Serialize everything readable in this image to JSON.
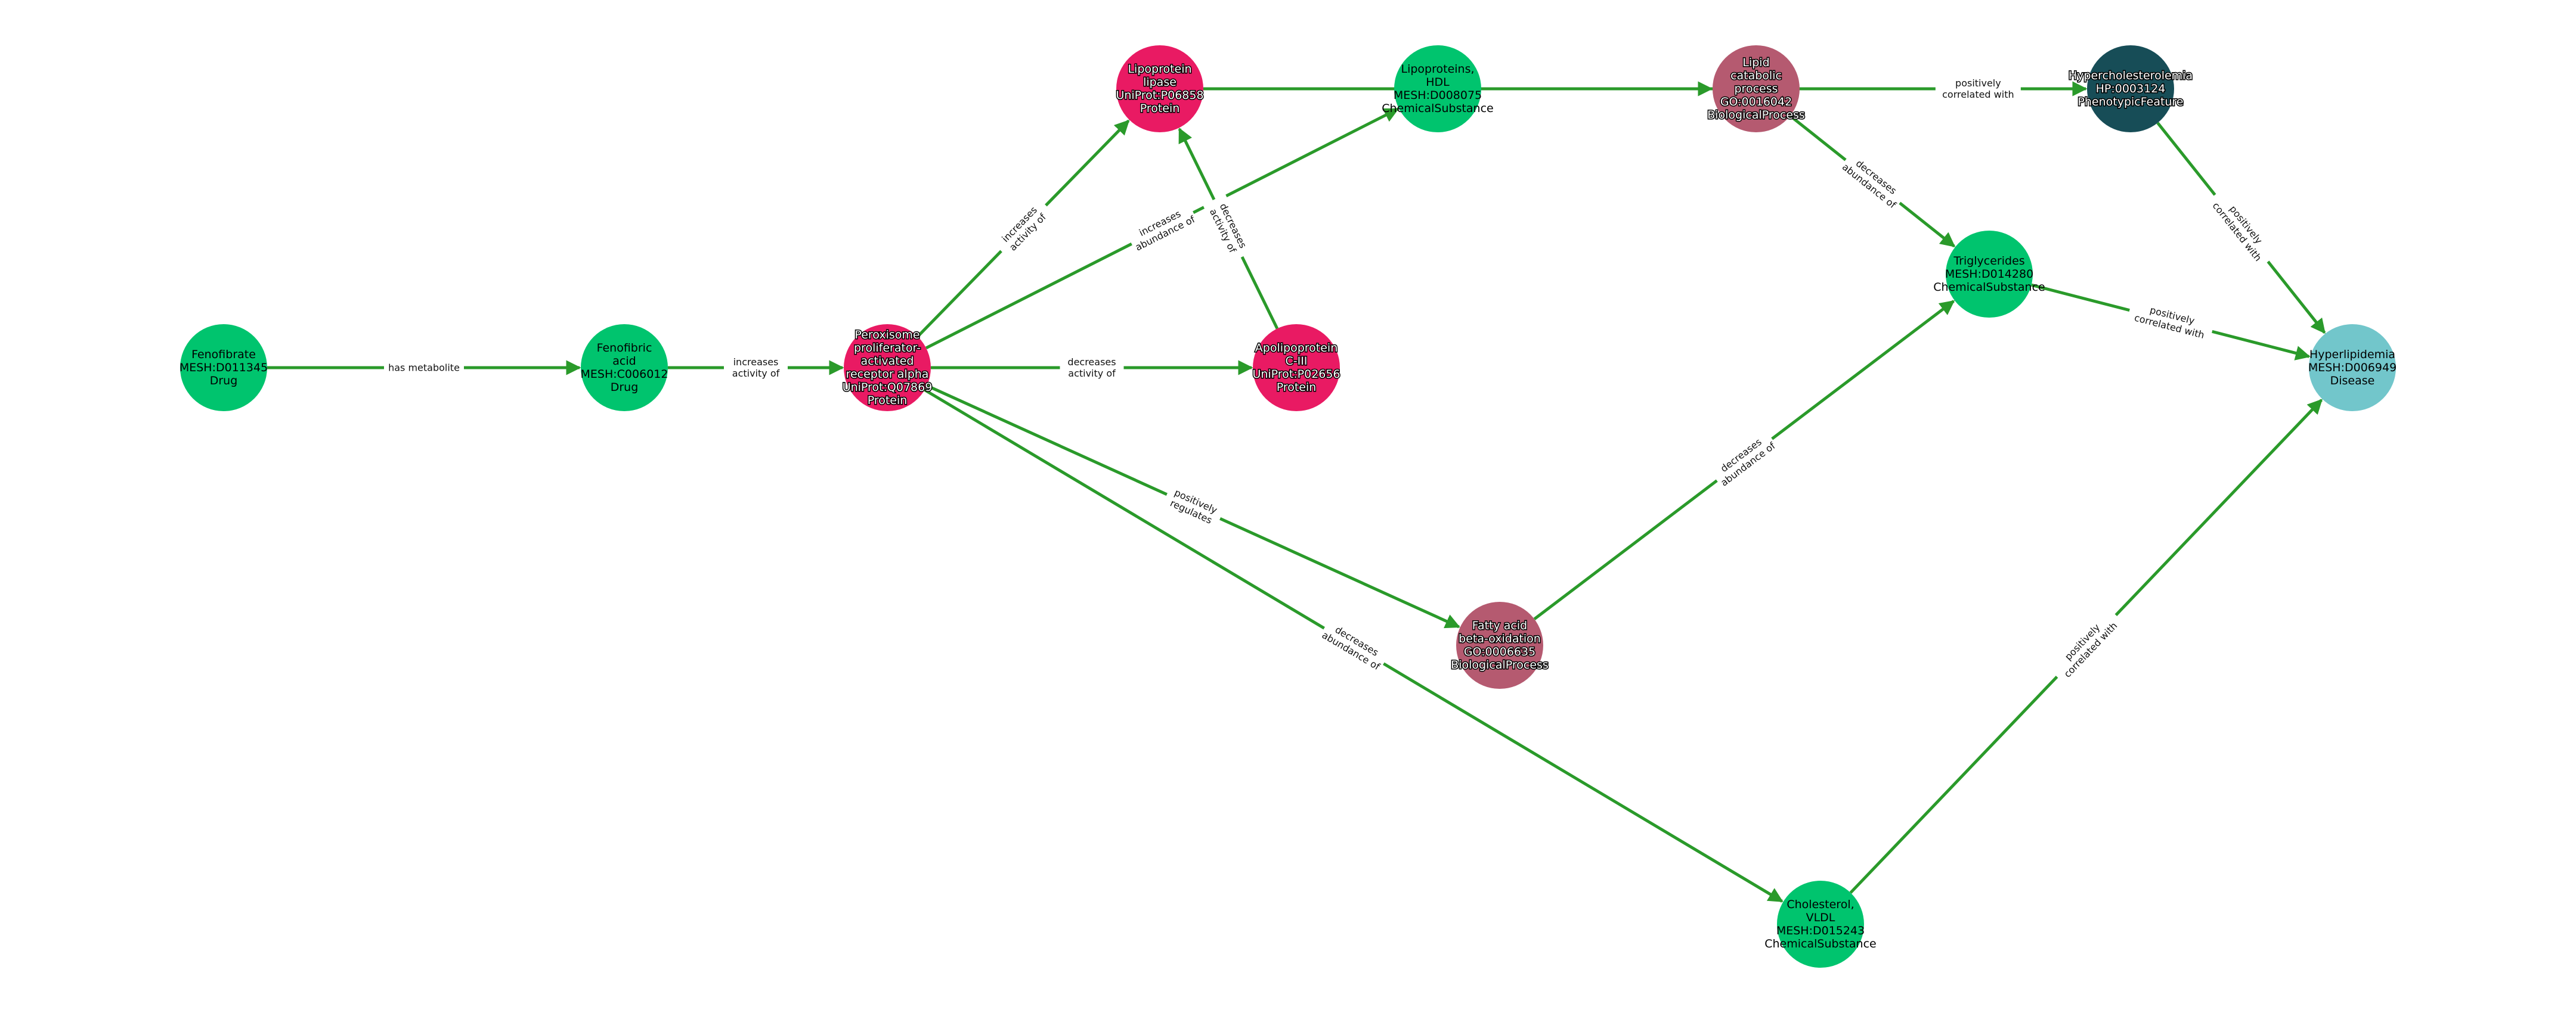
{
  "colors": {
    "edge": "#2a9a2a",
    "Drug": "#00c46e",
    "ChemicalSubstance": "#00c46e",
    "Protein": "#e91a63",
    "BiologicalProcess": "#b55a70",
    "PhenotypicFeature": "#174d57",
    "Disease": "#72c6cb"
  },
  "nodes": [
    {
      "id": "fenofibrate",
      "lines": [
        "Fenofibrate",
        "MESH:D011345",
        "Drug"
      ],
      "category": "Drug"
    },
    {
      "id": "fenofibric_acid",
      "lines": [
        "Fenofibric",
        "acid",
        "MESH:C006012",
        "Drug"
      ],
      "category": "Drug"
    },
    {
      "id": "ppara",
      "lines": [
        "Peroxisome",
        "proliferator-",
        "activated",
        "receptor alpha",
        "UniProt:Q07869",
        "Protein"
      ],
      "category": "Protein"
    },
    {
      "id": "lpl",
      "lines": [
        "Lipoprotein",
        "lipase",
        "UniProt:P06858",
        "Protein"
      ],
      "category": "Protein"
    },
    {
      "id": "hdl",
      "lines": [
        "Lipoproteins,",
        "HDL",
        "MESH:D008075",
        "ChemicalSubstance"
      ],
      "category": "ChemicalSubstance"
    },
    {
      "id": "lipid_catabolic",
      "lines": [
        "Lipid",
        "catabolic",
        "process",
        "GO:0016042",
        "BiologicalProcess"
      ],
      "category": "BiologicalProcess"
    },
    {
      "id": "hypercholesterolemia",
      "lines": [
        "Hypercholesterolemia",
        "HP:0003124",
        "PhenotypicFeature"
      ],
      "category": "PhenotypicFeature"
    },
    {
      "id": "apoc3",
      "lines": [
        "Apolipoprotein",
        "C-III",
        "UniProt:P02656",
        "Protein"
      ],
      "category": "Protein"
    },
    {
      "id": "triglycerides",
      "lines": [
        "Triglycerides",
        "MESH:D014280",
        "ChemicalSubstance"
      ],
      "category": "ChemicalSubstance"
    },
    {
      "id": "hyperlipidemia",
      "lines": [
        "Hyperlipidemia",
        "MESH:D006949",
        "Disease"
      ],
      "category": "Disease"
    },
    {
      "id": "fatty_acid",
      "lines": [
        "Fatty acid",
        "beta-oxidation",
        "GO:0006635",
        "BiologicalProcess"
      ],
      "category": "BiologicalProcess"
    },
    {
      "id": "vldl",
      "lines": [
        "Cholesterol,",
        "VLDL",
        "MESH:D015243",
        "ChemicalSubstance"
      ],
      "category": "ChemicalSubstance"
    }
  ],
  "edges": [
    {
      "source": "fenofibrate",
      "target": "fenofibric_acid",
      "label": [
        "has metabolite"
      ]
    },
    {
      "source": "fenofibric_acid",
      "target": "ppara",
      "label": [
        "increases",
        "activity of"
      ]
    },
    {
      "source": "ppara",
      "target": "lpl",
      "label": [
        "increases",
        "activity of"
      ]
    },
    {
      "source": "ppara",
      "target": "hdl",
      "label": [
        "increases",
        "abundance of"
      ]
    },
    {
      "source": "ppara",
      "target": "apoc3",
      "label": [
        "decreases",
        "activity of"
      ]
    },
    {
      "source": "apoc3",
      "target": "lpl",
      "label": [
        "decreases",
        "activity of"
      ]
    },
    {
      "source": "ppara",
      "target": "fatty_acid",
      "label": [
        "positively",
        "regulates"
      ]
    },
    {
      "source": "ppara",
      "target": "vldl",
      "label": [
        "decreases",
        "abundance of"
      ]
    },
    {
      "source": "lpl",
      "target": "lipid_catabolic",
      "label": []
    },
    {
      "source": "hdl",
      "target": "hypercholesterolemia",
      "label": [
        "positively",
        "correlated with"
      ]
    },
    {
      "source": "lipid_catabolic",
      "target": "triglycerides",
      "label": [
        "decreases",
        "abundance of"
      ]
    },
    {
      "source": "fatty_acid",
      "target": "triglycerides",
      "label": [
        "decreases",
        "abundance of"
      ]
    },
    {
      "source": "triglycerides",
      "target": "hyperlipidemia",
      "label": [
        "positively",
        "correlated with"
      ]
    },
    {
      "source": "hypercholesterolemia",
      "target": "hyperlipidemia",
      "label": [
        "positively",
        "correlated with"
      ]
    },
    {
      "source": "vldl",
      "target": "hyperlipidemia",
      "label": [
        "positively",
        "correlated with"
      ]
    }
  ]
}
